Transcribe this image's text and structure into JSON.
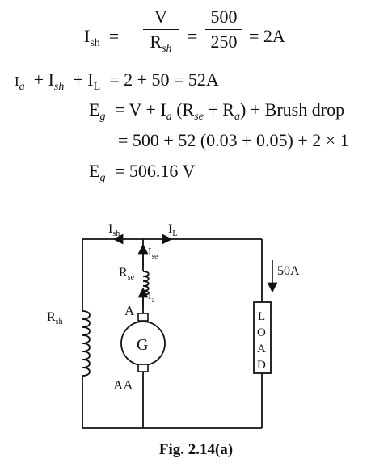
{
  "equations": {
    "line1": {
      "lhs_letter": "I",
      "lhs_sub": "sh",
      "frac1_num": "V",
      "frac1_den_letter": "R",
      "frac1_den_sub": "sh",
      "frac2_num": "500",
      "frac2_den": "250",
      "result": "2A"
    },
    "line2": {
      "t1_letter": "I",
      "t1_sub": "a",
      "t2_letter": "I",
      "t2_sub": "sh",
      "t3_letter": "I",
      "t3_sub": "L",
      "rhs": "2 + 50 = 52A"
    },
    "line3": {
      "lhs_letter": "E",
      "lhs_sub": "g",
      "part1": "= V + I",
      "sub_a": "a",
      "part2": " (R",
      "sub_se": "se",
      "part3": " + R",
      "sub_a2": "a",
      "part4": ") + Brush drop"
    },
    "line4": {
      "text": "= 500 + 52 (0.03 + 0.05) + 2 × 1"
    },
    "line5": {
      "lhs_letter": "E",
      "lhs_sub": "g",
      "rhs": "= 506.16  V"
    }
  },
  "circuit": {
    "labels": {
      "i_sh": "I",
      "i_sh_sub": "sh",
      "i_l": "I",
      "i_l_sub": "L",
      "i_se": "I",
      "i_se_sub": "se",
      "r_se": "R",
      "r_se_sub": "se",
      "i_a": "I",
      "i_a_sub": "a",
      "terminal_a": "A",
      "generator": "G",
      "terminal_aa": "AA",
      "r_sh": "R",
      "r_sh_sub": "sh",
      "load_current": "50A",
      "load_letters": [
        "L",
        "O",
        "A",
        "D"
      ]
    }
  },
  "caption": "Fig. 2.14(a)"
}
